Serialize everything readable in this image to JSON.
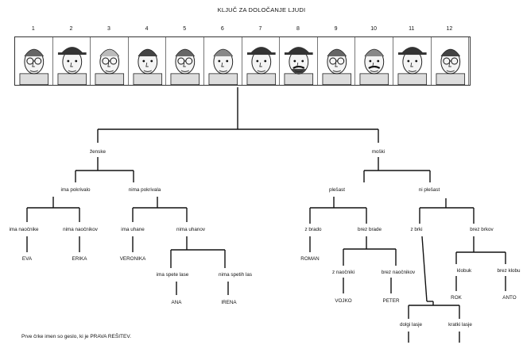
{
  "title": "KLJUČ ZA DOLOČANJE LJUDI",
  "portraits": [
    {
      "n": "1",
      "icon": "old-man-glasses-icon"
    },
    {
      "n": "2",
      "icon": "man-with-hat-icon"
    },
    {
      "n": "3",
      "icon": "blonde-woman-glasses-icon"
    },
    {
      "n": "4",
      "icon": "curly-haired-woman-icon"
    },
    {
      "n": "5",
      "icon": "man-with-glasses-icon"
    },
    {
      "n": "6",
      "icon": "bald-man-icon"
    },
    {
      "n": "7",
      "icon": "woman-with-beret-icon"
    },
    {
      "n": "8",
      "icon": "bearded-man-cap-icon"
    },
    {
      "n": "9",
      "icon": "old-woman-glasses-icon"
    },
    {
      "n": "10",
      "icon": "man-mustache-icon"
    },
    {
      "n": "11",
      "icon": "woman-with-hat-icon"
    },
    {
      "n": "12",
      "icon": "bald-man-glasses-icon"
    }
  ],
  "tree": {
    "zenske": "ženske",
    "moski": "moški",
    "ima_pokrivalo": "ima pokrivalo",
    "nima_pokrivala": "nima pokrivala",
    "ima_naocnike_l": "ima naočnike",
    "nima_naocnikov_l": "nima naočnikov",
    "ima_uhane": "ima uhane",
    "nima_uhanov": "nima uhanov",
    "ima_spete": "ima spete lase",
    "nima_spetih": "nima spetih las",
    "eva": "EVA",
    "erika": "ERIKA",
    "veronika": "VERONIKA",
    "ana": "ANA",
    "irena": "IRENA",
    "plesast": "plešast",
    "ni_plesast": "ni plešast",
    "z_brado": "z brado",
    "brez_brade": "brez brade",
    "z_brki": "z brki",
    "brez_brkov": "brez brkov",
    "roman": "ROMAN",
    "z_naocniki": "z naočniki",
    "brez_naocnikov": "brez naočnikov",
    "vojko": "VOJKO",
    "peter": "PETER",
    "klobuk": "klobuk",
    "brez_klobuka": "brez klobu",
    "rok": "ROK",
    "anton": "ANTO",
    "dolgi_lasje": "dolgi lasje",
    "kratki_lasje": "kratki lasje"
  },
  "footer": "Prve črke imen so geslo, ki je PRAVA REŠITEV."
}
